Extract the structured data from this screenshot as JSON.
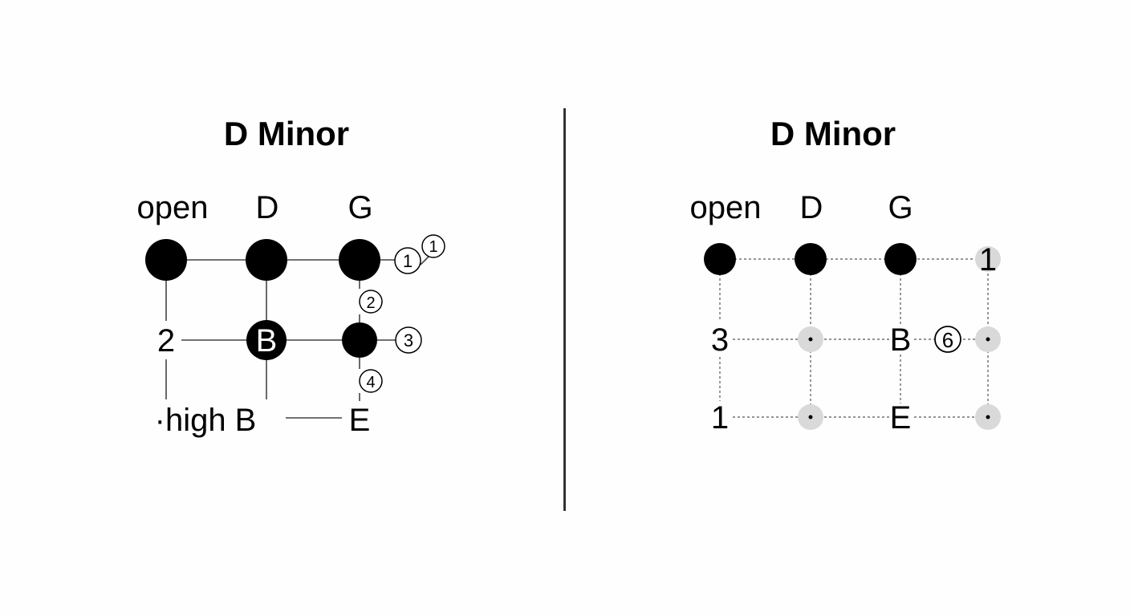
{
  "left": {
    "title": "D Minor",
    "headers": [
      "open",
      "D",
      "G"
    ],
    "row2_label": "2",
    "row2_dot_label": "B",
    "row3_labels": [
      "·high B",
      "E"
    ],
    "circled": [
      "①",
      "①",
      "②",
      "③",
      "④"
    ]
  },
  "right": {
    "title": "D Minor",
    "headers": [
      "open",
      "D",
      "G"
    ],
    "top_right_label": "1",
    "row2_labels": [
      "3",
      "B",
      "⑥"
    ],
    "row3_labels": [
      "1",
      "E"
    ]
  }
}
